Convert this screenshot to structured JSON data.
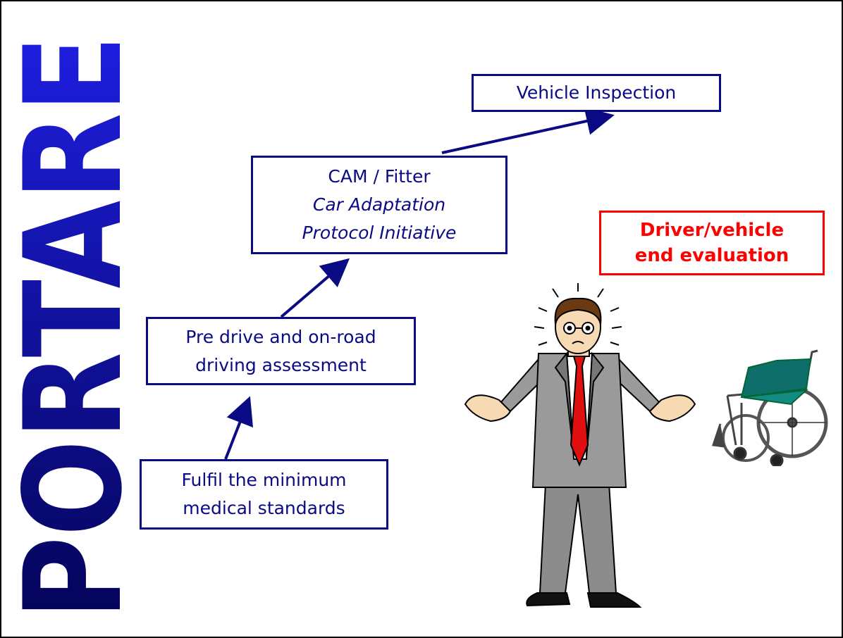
{
  "logo": {
    "text": "PORTARE"
  },
  "boxes": {
    "vehicle_inspection": "Vehicle Inspection",
    "cam_title": "CAM / Fitter",
    "cam_line2": "Car Adaptation",
    "cam_line3": "Protocol Initiative",
    "pre_drive_line1": "Pre drive and on-road",
    "pre_drive_line2": "driving assessment",
    "medical_line1": "Fulfil the minimum",
    "medical_line2": "medical standards",
    "evaluation_line1": "Driver/vehicle",
    "evaluation_line2": "end evaluation"
  },
  "colors": {
    "box_border": "#0a0a84",
    "evaluation": "#ff0000",
    "logo_dark": "#06066a",
    "logo_light": "#1a1ad8",
    "tie": "#e01010",
    "suit": "#9a9a9a",
    "wheelchair_seat": "#0e6f6a"
  }
}
